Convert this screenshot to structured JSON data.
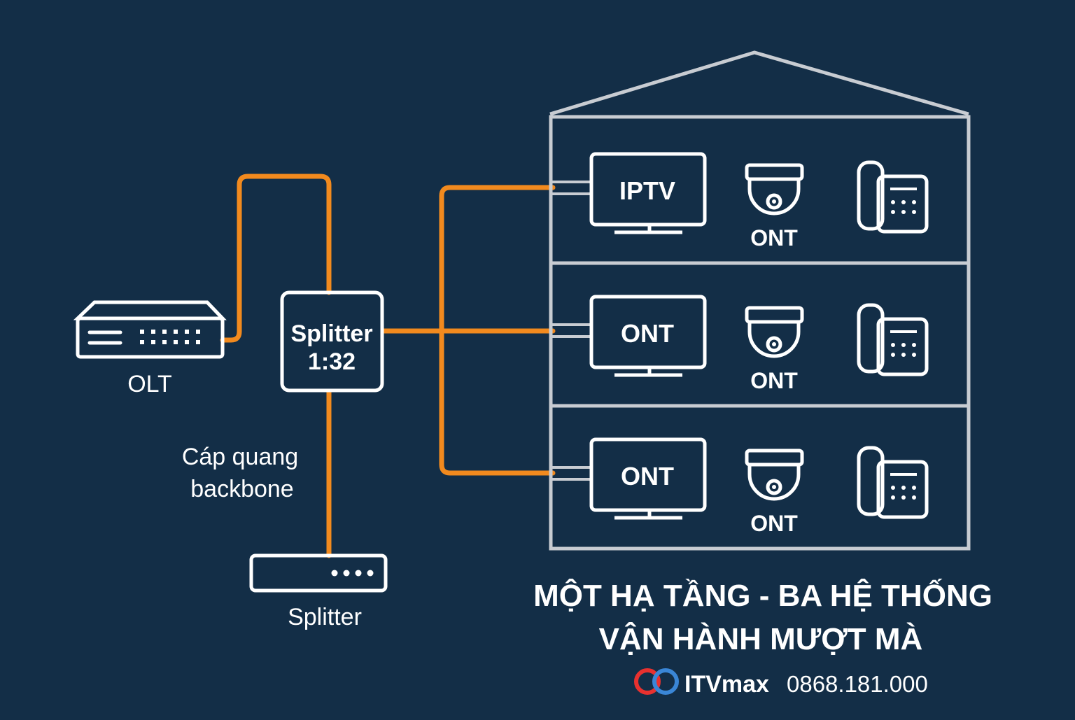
{
  "devices": {
    "olt_label": "OLT",
    "splitter_main_line1": "Splitter",
    "splitter_main_line2": "1:32",
    "backbone_line1": "Cáp quang",
    "backbone_line2": "backbone",
    "splitter_bottom_label": "Splitter"
  },
  "floors": [
    {
      "tv_label": "IPTV",
      "camera_label": "ONT"
    },
    {
      "tv_label": "ONT",
      "camera_label": "ONT"
    },
    {
      "tv_label": "ONT",
      "camera_label": "ONT"
    }
  ],
  "headline": {
    "line1": "MỘT HẠ TẦNG - BA HỆ THỐNG",
    "line2": "VẬN HÀNH MƯỢT MÀ"
  },
  "brand": {
    "name": "ITVmax",
    "phone": "0868.181.000",
    "logo_red": "#e8312f",
    "logo_blue": "#3a86d6"
  },
  "colors": {
    "background": "#132e47",
    "fiber": "#f28a1e",
    "icon": "#ffffff",
    "building": "#c8ccd2"
  }
}
